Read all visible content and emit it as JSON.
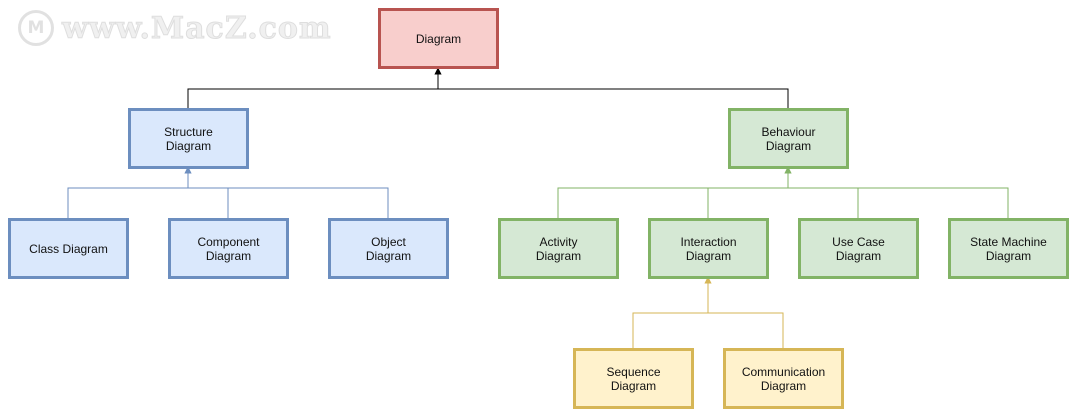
{
  "watermark": {
    "logo_letter": "M",
    "text": "www.MacZ.com"
  },
  "colors": {
    "root": {
      "fill": "#f8cecc",
      "stroke": "#b85450"
    },
    "structure": {
      "fill": "#dae8fc",
      "stroke": "#6c8ebf"
    },
    "behaviour": {
      "fill": "#d5e8d4",
      "stroke": "#82b366"
    },
    "interaction": {
      "fill": "#fff2cc",
      "stroke": "#d6b656"
    },
    "root_edge": "#000000"
  },
  "nodes": {
    "diagram": "Diagram",
    "structure_diagram": "Structure\nDiagram",
    "behaviour_diagram": "Behaviour\nDiagram",
    "class_diagram": "Class Diagram",
    "component_diagram": "Component\nDiagram",
    "object_diagram": "Object\nDiagram",
    "activity_diagram": "Activity\nDiagram",
    "interaction_diagram": "Interaction\nDiagram",
    "use_case_diagram": "Use Case\nDiagram",
    "state_machine_diagram": "State Machine\nDiagram",
    "sequence_diagram": "Sequence\nDiagram",
    "communication_diagram": "Communication\nDiagram"
  }
}
